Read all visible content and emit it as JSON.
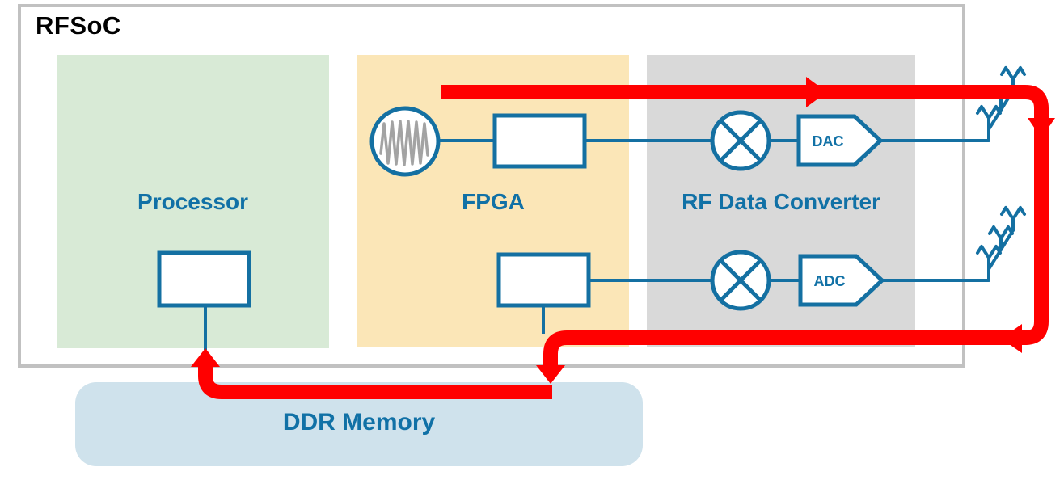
{
  "title": "RFSoC",
  "regions": {
    "processor": {
      "label": "Processor"
    },
    "fpga": {
      "label": "FPGA"
    },
    "rf_data_converter": {
      "label": "RF Data Converter"
    },
    "ddr_memory": {
      "label": "DDR Memory"
    }
  },
  "components": {
    "dac": {
      "label": "DAC"
    },
    "adc": {
      "label": "ADC"
    },
    "signal_generator": {
      "icon": "sine-wave-source-circle"
    },
    "tx_mixer": {
      "icon": "mixer-circle-x"
    },
    "rx_mixer": {
      "icon": "mixer-circle-x"
    },
    "tx_antenna": {
      "icon": "antenna-array"
    },
    "rx_antenna": {
      "icon": "antenna-array"
    },
    "fpga_tx_block": {
      "icon": "empty-block"
    },
    "fpga_rx_block": {
      "icon": "empty-block"
    },
    "processor_block": {
      "icon": "empty-block"
    }
  },
  "flow": {
    "red_path_segments": [
      "fpga-to-antenna-tx",
      "antenna-rx-to-ddr-memory",
      "ddr-memory-to-processor"
    ]
  },
  "colors": {
    "accent_red": "#ff0000",
    "line_blue": "#1470a2",
    "label_blue": "#1171a6",
    "processor_fill": "#d8ead6",
    "fpga_fill": "#fbe6b7",
    "rfdc_fill": "#d9d9d9",
    "ddr_fill": "#cfe2ec",
    "outer_border": "#c1c1c1",
    "squiggle_gray": "#a3a3a3"
  }
}
